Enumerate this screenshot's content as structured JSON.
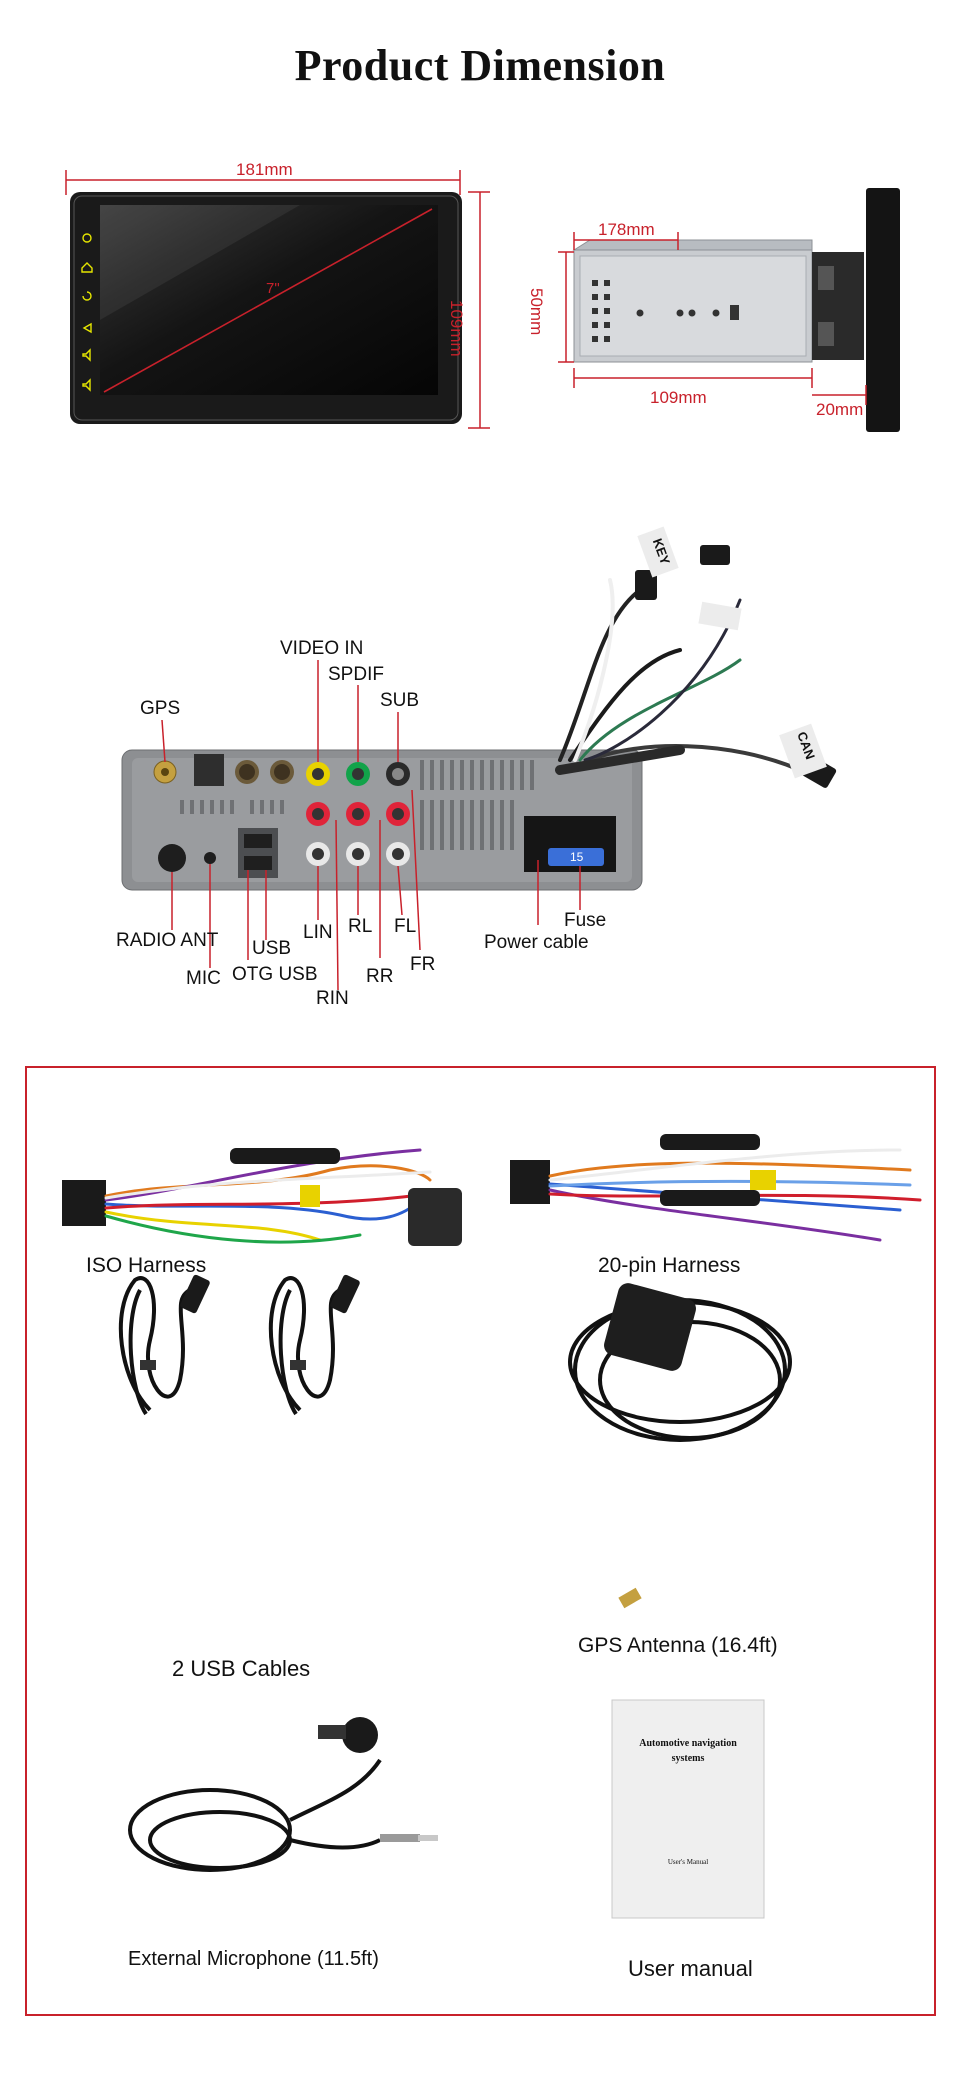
{
  "header": {
    "title": "Product Dimension"
  },
  "dimensions": {
    "width": "181mm",
    "height": "109mm",
    "diagonal": "7\"",
    "chassis_depth": "178mm",
    "chassis_height": "50mm",
    "chassis_width": "109mm",
    "panel_depth": "20mm"
  },
  "ports": {
    "gps": "GPS",
    "video_in": "VIDEO IN",
    "spdif": "SPDIF",
    "sub": "SUB",
    "radio_ant": "RADIO ANT",
    "mic": "MIC",
    "otg_usb": "OTG USB",
    "usb": "USB",
    "lin": "LIN",
    "rin": "RIN",
    "rl": "RL",
    "rr": "RR",
    "fl": "FL",
    "fr": "FR",
    "power_cable": "Power cable",
    "fuse": "Fuse",
    "fuse_value": "15",
    "key": "KEY",
    "canbus": "CAN"
  },
  "accessories": [
    {
      "label": "ISO Harness"
    },
    {
      "label": "20-pin Harness"
    },
    {
      "label": "2 USB Cables"
    },
    {
      "label": "GPS Antenna (16.4ft)"
    },
    {
      "label": "External Microphone (11.5ft)"
    },
    {
      "label": "User manual"
    }
  ],
  "manual": {
    "title": "Automotive navigation systems",
    "subtitle": "User's Manual"
  },
  "colors": {
    "dimension_red": "#c8212b",
    "bezel": "#1a1a1a",
    "chassis": "#c9ccd0"
  }
}
